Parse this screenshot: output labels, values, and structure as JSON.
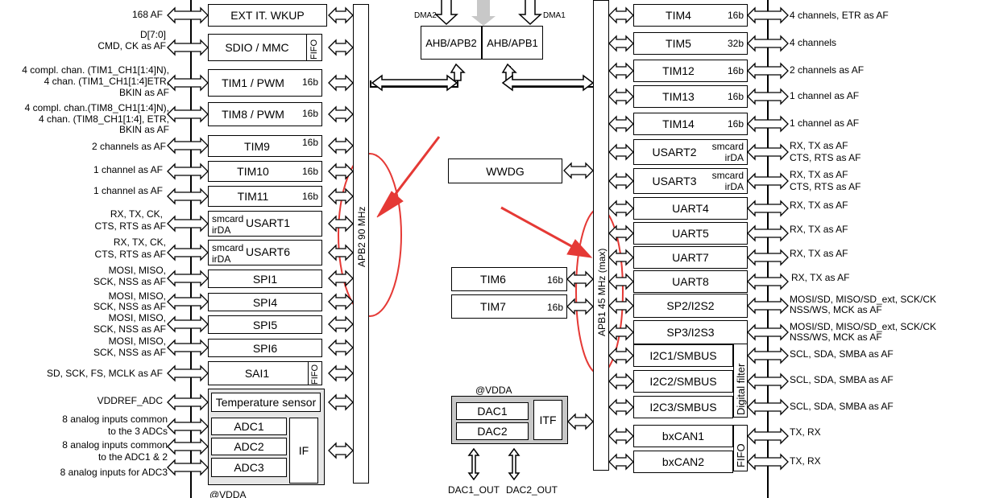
{
  "left_blocks": [
    {
      "name": "ext-it-wkup",
      "label": "EXT IT. WKUP",
      "bits": ""
    },
    {
      "name": "sdio-mmc",
      "label": "SDIO / MMC",
      "bits": "",
      "fifo": "FIFO"
    },
    {
      "name": "tim1-pwm",
      "label": "TIM1 / PWM",
      "bits": "16b"
    },
    {
      "name": "tim8-pwm",
      "label": "TIM8 / PWM",
      "bits": "16b"
    },
    {
      "name": "tim9",
      "label": "TIM9",
      "bits": "16b"
    },
    {
      "name": "tim10",
      "label": "TIM10",
      "bits": "16b"
    },
    {
      "name": "tim11",
      "label": "TIM11",
      "bits": "16b"
    },
    {
      "name": "usart1",
      "label": "USART1",
      "sup": "smcard",
      "sub": "irDA"
    },
    {
      "name": "usart6",
      "label": "USART6",
      "sup": "smcard",
      "sub": "irDA"
    },
    {
      "name": "spi1",
      "label": "SPI1"
    },
    {
      "name": "spi4",
      "label": "SPI4"
    },
    {
      "name": "spi5",
      "label": "SPI5"
    },
    {
      "name": "spi6",
      "label": "SPI6"
    },
    {
      "name": "sai1",
      "label": "SAI1",
      "fifo": "FIFO"
    }
  ],
  "left_labels": {
    "ext": "168 AF",
    "sdio_a": "D[7:0]",
    "sdio_b": "CMD, CK as AF",
    "tim1_a": "4 compl. chan. (TIM1_CH1[1:4]N),",
    "tim1_b": "4 chan. (TIM1_CH1[1:4]ETR,",
    "tim1_c": "BKIN as AF",
    "tim8_a": "4 compl. chan.(TIM8_CH1[1:4]N),",
    "tim8_b": "4 chan. (TIM8_CH1[1:4], ETR,",
    "tim8_c": "BKIN as AF",
    "tim9": "2 channels as AF",
    "tim10": "1 channel as AF",
    "tim11": "1 channel as AF",
    "u1_a": "RX, TX, CK,",
    "u1_b": "CTS, RTS as AF",
    "u6_a": "RX, TX, CK,",
    "u6_b": "CTS, RTS as AF",
    "spi_a": "MOSI, MISO,",
    "spi_b": "SCK, NSS as AF",
    "sai": "SD, SCK, FS, MCLK as AF",
    "vref": "VDDREF_ADC",
    "adc_a": "8 analog inputs common",
    "adc_b": "to the 3 ADCs",
    "adc_c": "8 analog inputs common",
    "adc_d": "to the ADC1 & 2",
    "adc_e": "8 analog inputs for ADC3"
  },
  "adc": {
    "temp": "Temperature sensor",
    "adc1": "ADC1",
    "adc2": "ADC2",
    "adc3": "ADC3",
    "if": "IF",
    "vdda": "@VDDA"
  },
  "apb2": "APB2 90 MHz",
  "apb1": "APB1 45 MHz (max)",
  "ahb": {
    "apb2": "AHB/APB2",
    "apb1": "AHB/APB1",
    "dma2": "DMA2",
    "dma1": "DMA1"
  },
  "center": {
    "wwdg": "WWDG",
    "tim6": "TIM6",
    "tim6_bits": "16b",
    "tim7": "TIM7",
    "tim7_bits": "16b",
    "vdda": "@VDDA",
    "dac1": "DAC1",
    "dac2": "DAC2",
    "itf": "ITF",
    "dac1_out": "DAC1_OUT",
    "dac2_out": "DAC2_OUT"
  },
  "right_blocks": [
    {
      "name": "tim4",
      "label": "TIM4",
      "bits": "16b"
    },
    {
      "name": "tim5",
      "label": "TIM5",
      "bits": "32b"
    },
    {
      "name": "tim12",
      "label": "TIM12",
      "bits": "16b"
    },
    {
      "name": "tim13",
      "label": "TIM13",
      "bits": "16b"
    },
    {
      "name": "tim14",
      "label": "TIM14",
      "bits": "16b"
    },
    {
      "name": "usart2",
      "label": "USART2",
      "sup": "smcard",
      "sub": "irDA"
    },
    {
      "name": "usart3",
      "label": "USART3",
      "sup": "smcard",
      "sub": "irDA"
    },
    {
      "name": "uart4",
      "label": "UART4"
    },
    {
      "name": "uart5",
      "label": "UART5"
    },
    {
      "name": "uart7",
      "label": "UART7"
    },
    {
      "name": "uart8",
      "label": "UART8"
    },
    {
      "name": "sp2-i2s2",
      "label": "SP2/I2S2"
    },
    {
      "name": "sp3-i2s3",
      "label": "SP3/I2S3"
    },
    {
      "name": "i2c1",
      "label": "I2C1/SMBUS"
    },
    {
      "name": "i2c2",
      "label": "I2C2/SMBUS"
    },
    {
      "name": "i2c3",
      "label": "I2C3/SMBUS"
    },
    {
      "name": "bxcan1",
      "label": "bxCAN1"
    },
    {
      "name": "bxcan2",
      "label": "bxCAN2"
    }
  ],
  "right_side": {
    "digital_filter": "Digital filter",
    "fifo": "FIFO"
  },
  "right_labels": {
    "tim4": "4 channels, ETR as AF",
    "tim5": "4 channels",
    "tim12": "2 channels as AF",
    "tim13": "1 channel as AF",
    "tim14": "1 channel as AF",
    "u2_a": "RX, TX as AF",
    "u2_b": "CTS, RTS as AF",
    "u3_a": "RX, TX as AF",
    "u3_b": "CTS, RTS as AF",
    "uart4": "RX, TX as AF",
    "uart5": "RX, TX as AF",
    "uart7": "RX, TX as AF",
    "uart8": "RX, TX as AF",
    "spi_a": "MOSI/SD, MISO/SD_ext, SCK/CK",
    "spi_b": "NSS/WS, MCK as AF",
    "i2c": "SCL, SDA, SMBA as AF",
    "can": "TX, RX"
  },
  "colors": {
    "ellipse": "#e53935",
    "arrow": "#e53935",
    "grey": "#c8c8c8"
  }
}
